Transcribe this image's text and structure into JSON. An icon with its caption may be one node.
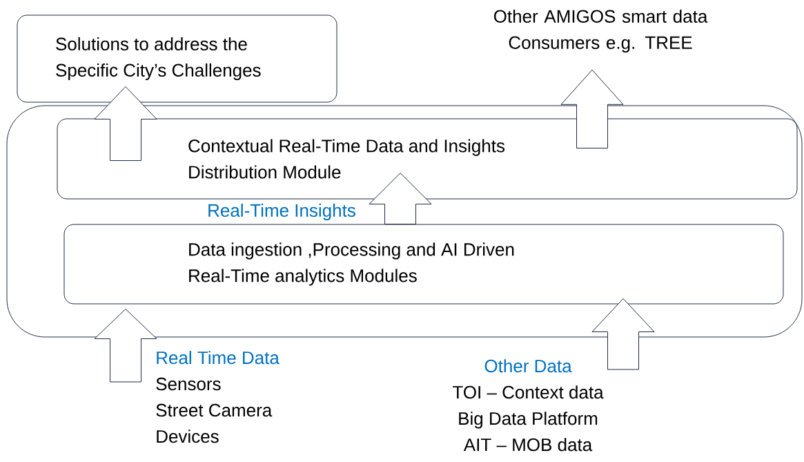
{
  "diagram": {
    "nodes": [
      {
        "text": [
          "Solutions to address the Specific City’s Challenges"
        ]
      },
      {
        "text": [
          "Other AMIGOS smart data Consumers e.g. TREE"
        ]
      },
      {
        "text": [],
        "shape": "box"
      },
      {
        "text": [
          "Contextual Real-Time Data and Insights Distribution Module"
        ],
        "in": 2
      },
      {
        "text": [
          "Data ingestion ,Processing and AI Driven Real-Time analytics Modules"
        ],
        "in": 2
      },
      {
        "text": [
          "Real Time Data",
          "Sensors",
          "Street Camera",
          "Devices"
        ]
      },
      {
        "text": [
          "Other Data",
          "TOI – Context data",
          "Big Data Platform",
          "AIT – MOB data"
        ]
      }
    ],
    "edges": [
      {
        "from": 3,
        "to": 0,
        "arrow": "to"
      },
      {
        "from": 3,
        "to": 1,
        "arrow": "to"
      },
      {
        "from": 4,
        "to": 3,
        "arrow": "to",
        "label": "Real-Time Insights"
      },
      {
        "from": 5,
        "to": 4,
        "arrow": "to"
      },
      {
        "from": 6,
        "to": 4,
        "arrow": "to"
      }
    ]
  }
}
